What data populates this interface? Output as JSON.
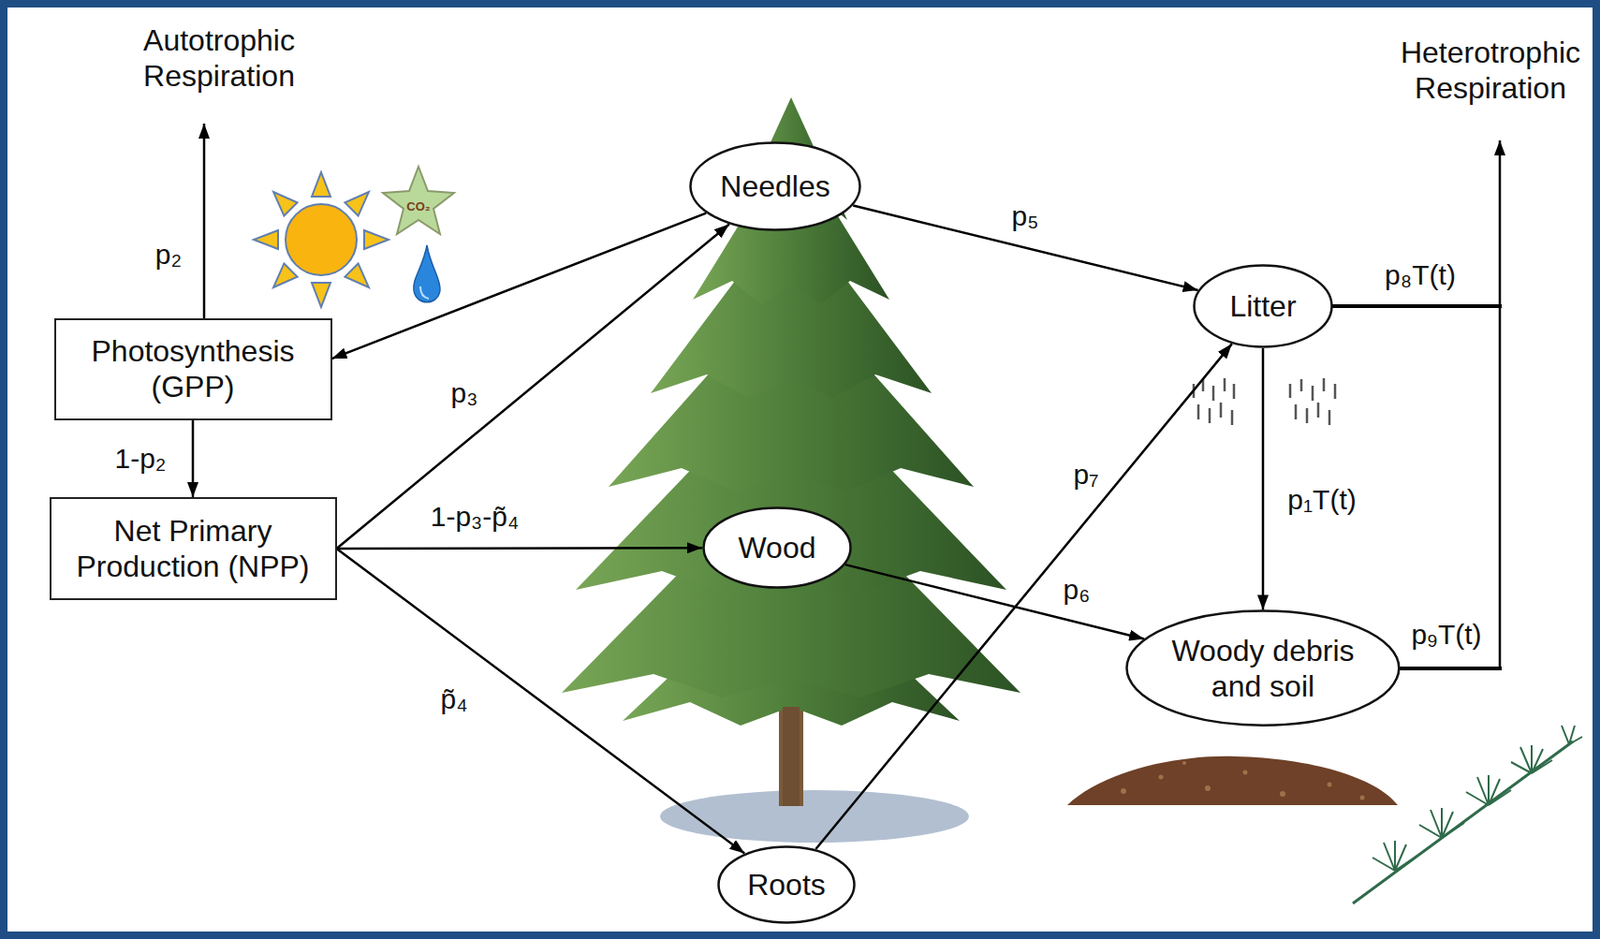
{
  "diagram": {
    "nodes": [
      {
        "text": [
          "Photosynthesis (GPP)"
        ]
      },
      {
        "text": [
          "Net Primary Production (NPP)"
        ]
      },
      {
        "text": [
          "Needles"
        ]
      },
      {
        "text": [
          "Wood"
        ]
      },
      {
        "text": [
          "Roots"
        ]
      },
      {
        "text": [
          "Litter"
        ]
      },
      {
        "text": [
          "Woody debris and soil"
        ]
      }
    ],
    "edges": [
      {
        "from": 2,
        "to": 0,
        "arrow": "to"
      },
      {
        "from": 0,
        "to": 1,
        "label": "1-p₂",
        "arrow": "to"
      },
      {
        "from": 1,
        "to": 2,
        "label": "p₃",
        "arrow": "to"
      },
      {
        "from": 1,
        "to": 3,
        "label": "1-p₃-p̃₄",
        "arrow": "to"
      },
      {
        "from": 1,
        "to": 4,
        "label": "p̃₄",
        "arrow": "to"
      },
      {
        "from": 2,
        "to": 5,
        "label": "p₅",
        "arrow": "to"
      },
      {
        "from": 3,
        "to": 6,
        "label": "p₆",
        "arrow": "to"
      },
      {
        "from": 4,
        "to": 5,
        "label": "p₇",
        "arrow": "to"
      },
      {
        "from": 5,
        "to": 6,
        "label": "p₁T(t)",
        "arrow": "to"
      }
    ],
    "labels": [
      "Autotrophic Respiration",
      "p₂",
      "CO₂",
      "Heterotrophic Respiration",
      "p₈T(t)",
      "p₉T(t)"
    ]
  }
}
